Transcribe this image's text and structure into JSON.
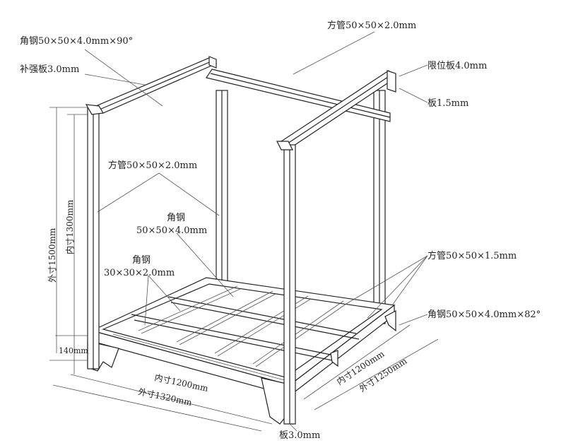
{
  "title": "Stacking rack structure drawing",
  "labels": {
    "top_angle": "角钢50×50×4.0mm×90°",
    "top_tube": "方管50×50×2.0mm",
    "reinforce_plate": "补强板3.0mm",
    "limit_plate": "限位板4.0mm",
    "plate_15": "板1.5mm",
    "post_tube": "方管50×50×2.0mm",
    "angle_mid_1": "角钢",
    "angle_mid_2": "50×50×4.0mm",
    "angle_small_1": "角钢",
    "angle_small_2": "30×30×2.0mm",
    "base_tube": "方管50×50×1.5mm",
    "foot_angle": "角钢50×50×4.0mm×82°",
    "foot_height": "140mm",
    "outer_height": "外寸1500mm",
    "inner_height": "内寸1300mm",
    "inner_length": "内寸1200mm",
    "outer_length": "外寸1320mm",
    "inner_width": "内寸1200mm",
    "outer_width": "外寸1250mm",
    "bottom_plate": "板3.0mm"
  }
}
